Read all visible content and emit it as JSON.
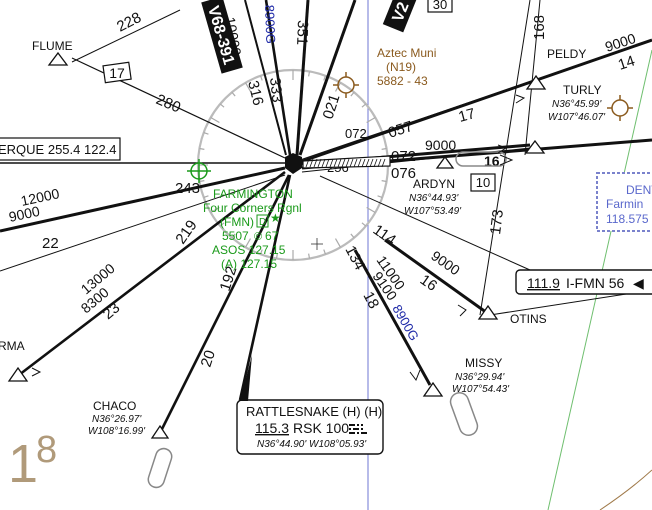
{
  "compass": {
    "labels": [
      "072",
      "256"
    ]
  },
  "radials": {
    "r228": "228",
    "r280": "280",
    "r243": "243",
    "r219": "219",
    "r192": "192",
    "r316": "316",
    "r333": "333",
    "r351": "351",
    "r021": "021",
    "r057": "057",
    "r072": "072",
    "r076": "076",
    "r114": "114",
    "r134": "134",
    "r173": "173",
    "r168": "168"
  },
  "distances": {
    "d17a": "17",
    "d17b": "17",
    "d16a": "16",
    "d16b": "16",
    "d10": "10",
    "d20": "20",
    "d22": "22",
    "d23": "23",
    "d18": "18",
    "d14": "14"
  },
  "altitudes": {
    "a10000": "10000",
    "a8900g_n": "8900G",
    "a9000_peldy": "9000",
    "a9000_ardyn": "9000",
    "a12000": "12000",
    "a9000_w": "9000",
    "a13000": "13000",
    "a8300": "8300",
    "a9000_otins": "9000",
    "a11000": "11000",
    "a9100": "9100",
    "a8900g_s": "8900G"
  },
  "airways": {
    "v68_391": "V68-391",
    "v_ne": "V2",
    "v_ne_box": "30"
  },
  "fixes": {
    "flume": "FLUME",
    "peldy": "PELDY",
    "turly": "TURLY",
    "turly_lat": "N36°45.99'",
    "turly_lon": "W107°46.07'",
    "ardyn": "ARDYN",
    "ardyn_lat": "N36°44.93'",
    "ardyn_lon": "W107°53.49'",
    "otins": "OTINS",
    "missy": "MISSY",
    "missy_lat": "N36°29.94'",
    "missy_lon": "W107°54.43'",
    "chaco": "CHACO",
    "chaco_lat": "N36°26.97'",
    "chaco_lon": "W108°16.99'",
    "rma": "RMA"
  },
  "aztec": {
    "name": "Aztec Muni",
    "id": "(N19)",
    "elev": "5882 - 43"
  },
  "farmington": {
    "line1": "FARMINGTON",
    "line2": "Four Corners Rgnl",
    "line3": "(FMN)",
    "line4": "5507",
    "line4b": "67",
    "line5": "ASOS 127.15",
    "line6": "(A) 127.15"
  },
  "albuquerque_box": "ERQUE 255.4 122.4",
  "ils_box": {
    "freq": "111.9",
    "ident": "I-FMN 56"
  },
  "rattlesnake": {
    "title": "RATTLESNAKE (H) (H)",
    "freq": "115.3",
    "ident": "RSK 100",
    "coords": "N36°44.90' W108°05.93'"
  },
  "denver": {
    "name": "DENV",
    "sub": "Farmin",
    "freq": "118.575"
  },
  "page_number": {
    "big": "1",
    "small": "8"
  }
}
